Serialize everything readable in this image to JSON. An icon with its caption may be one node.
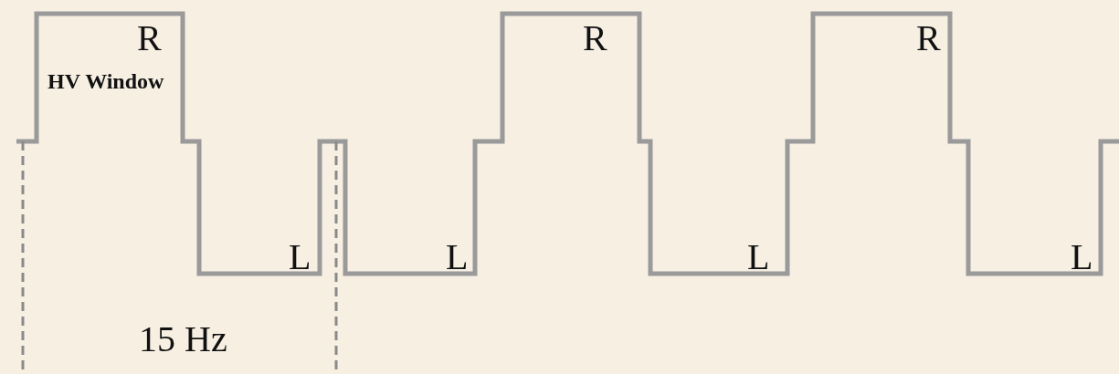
{
  "diagram": {
    "labels": [
      "R",
      "R",
      "R",
      "HV Window",
      "L",
      "L",
      "L",
      "L",
      "15 Hz"
    ]
  }
}
